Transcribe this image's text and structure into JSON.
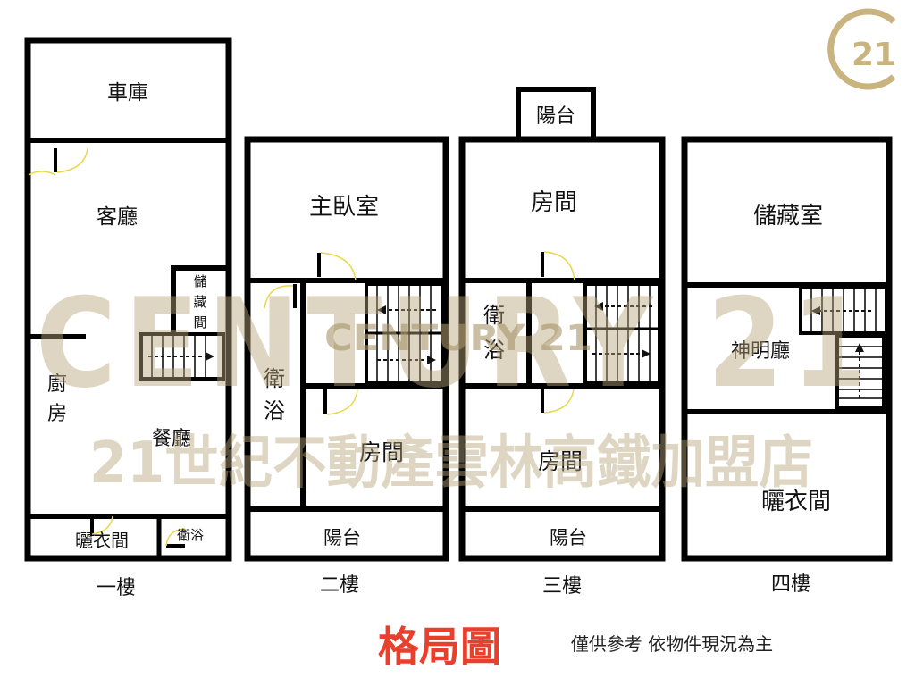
{
  "floors": {
    "f1": {
      "label": "一樓",
      "rooms": {
        "garage": "車庫",
        "living": "客廳",
        "storage_c1": "儲",
        "storage_c2": "藏",
        "storage_c3": "間",
        "kitchen_c1": "廚",
        "kitchen_c2": "房",
        "dining": "餐廳",
        "laundry": "曬衣間",
        "bath": "衛浴"
      }
    },
    "f2": {
      "label": "二樓",
      "rooms": {
        "master": "主臥室",
        "bath_c1": "衛",
        "bath_c2": "浴",
        "room": "房間",
        "balcony": "陽台"
      }
    },
    "f3": {
      "label": "三樓",
      "rooms": {
        "balcony_top": "陽台",
        "room_top": "房間",
        "bath_c1": "衛",
        "bath_c2": "浴",
        "room_bottom": "房間",
        "balcony": "陽台"
      }
    },
    "f4": {
      "label": "四樓",
      "rooms": {
        "storage": "儲藏室",
        "shrine": "神明廳",
        "laundry": "曬衣間"
      }
    }
  },
  "watermark": {
    "brand": "CENTURY 21",
    "inner_brand": "CENTURY 21",
    "store": "21世紀不動產雲林高鐵加盟店"
  },
  "logo": {
    "text": "21"
  },
  "footer": {
    "title": "格局圖",
    "note": "僅供參考 依物件現況為主"
  },
  "colors": {
    "wall": "#000000",
    "door_arc": "#e8d84a",
    "watermark": "#b8a57a",
    "logo": "#c9b37e",
    "title": "#e8402c"
  }
}
